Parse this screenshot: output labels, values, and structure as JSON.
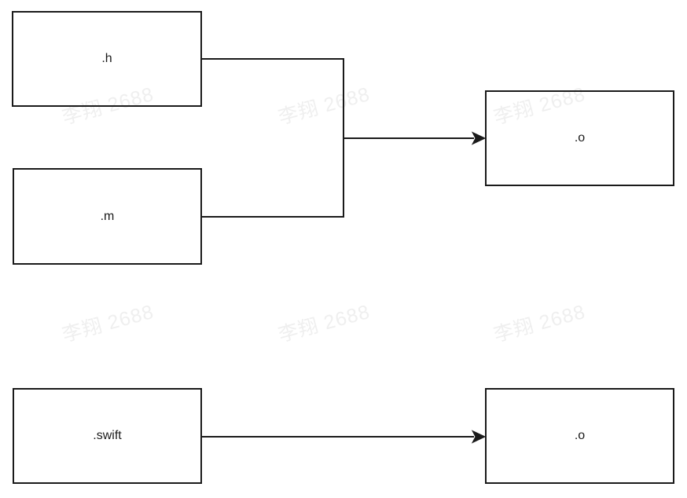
{
  "diagram": {
    "background_color": "#ffffff",
    "stroke_color": "#1a1a1a",
    "text_color": "#1a1a1a",
    "watermark": {
      "text": "李翔 2688",
      "color": "#efefef"
    },
    "nodes": [
      {
        "id": "h",
        "label": ".h"
      },
      {
        "id": "m",
        "label": ".m"
      },
      {
        "id": "o_top",
        "label": ".o"
      },
      {
        "id": "swift",
        "label": ".swift"
      },
      {
        "id": "o_bottom",
        "label": ".o"
      }
    ],
    "edges": [
      {
        "from": "h",
        "to": "o_top",
        "type": "merge-arrow"
      },
      {
        "from": "m",
        "to": "o_top",
        "type": "merge-arrow"
      },
      {
        "from": "swift",
        "to": "o_bottom",
        "type": "arrow"
      }
    ]
  }
}
